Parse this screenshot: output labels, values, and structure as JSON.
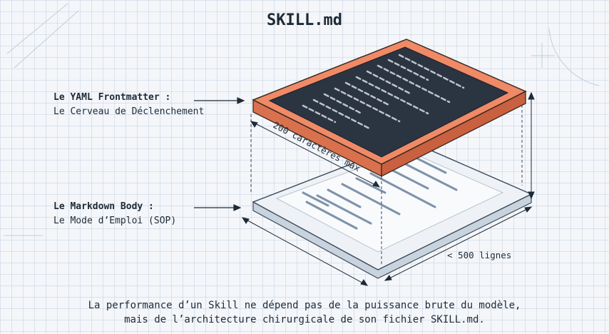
{
  "title": "SKILL.md",
  "yaml": {
    "heading": "Le YAML Frontmatter :",
    "subtitle": "Le Cerveau de Déclenchement",
    "limit": "200 caractères max"
  },
  "markdown": {
    "heading": "Le Markdown Body :",
    "subtitle": "Le Mode d’Emploi (SOP)",
    "limit": "< 500 lignes"
  },
  "footer": {
    "line1": "La performance d’un Skill ne dépend pas de la puissance brute du modèle,",
    "line2": "mais de l’architecture chirurgicale de son fichier SKILL.md."
  },
  "colors": {
    "yaml_layer": "#f08a66",
    "yaml_screen": "#2b3441",
    "md_layer": "#e8edf3",
    "ink": "#1e2a36"
  }
}
